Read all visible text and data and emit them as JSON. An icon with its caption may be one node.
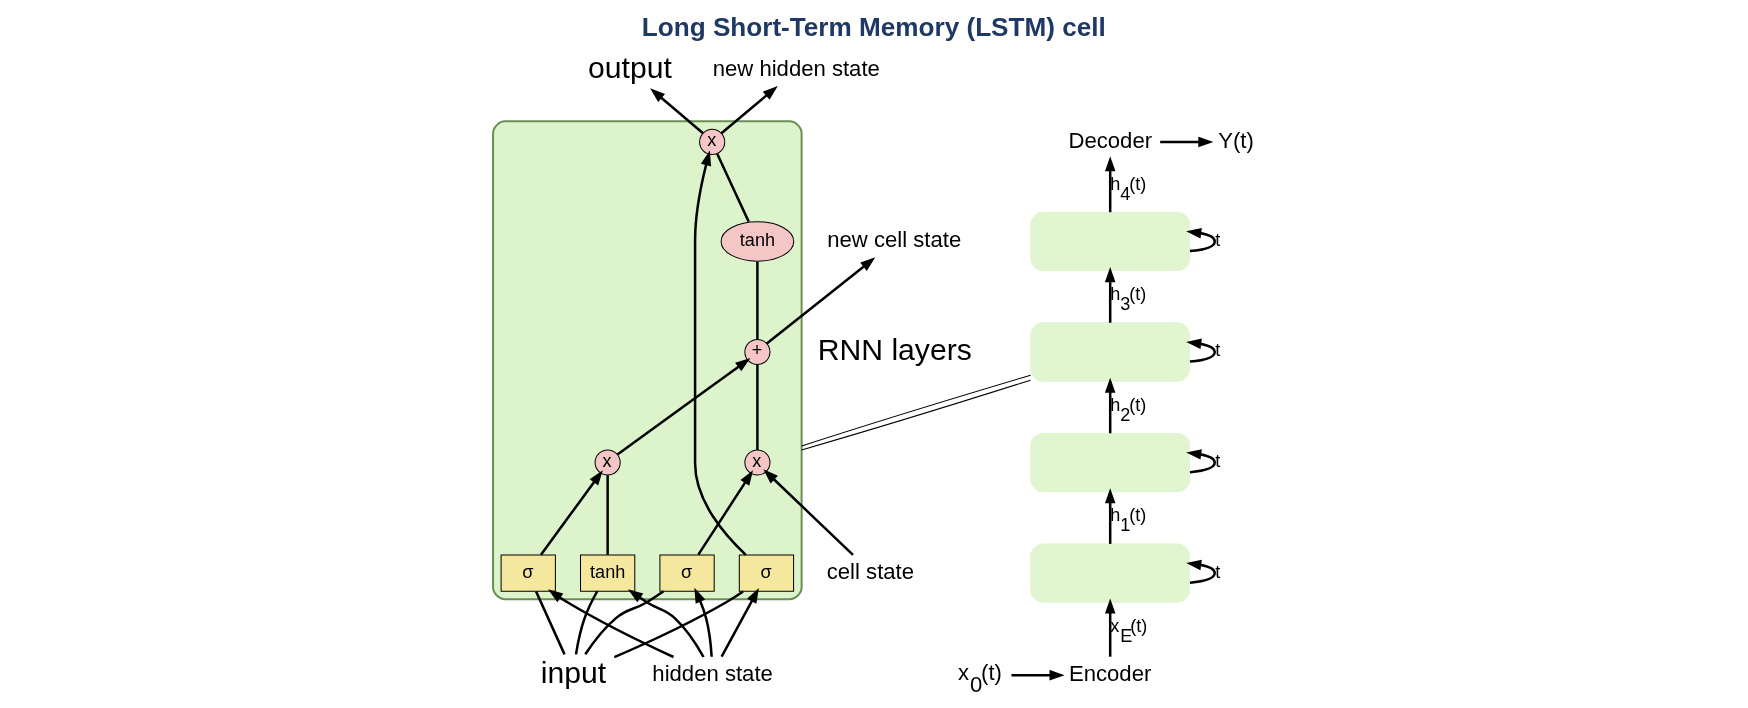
{
  "diagram": {
    "title": "Long Short-Term Memory (LSTM) cell",
    "nodes": [
      {
        "text": [
          "Decoder"
        ]
      },
      {
        "text": [
          "Y(t)"
        ]
      },
      {
        "text": [],
        "shape": "box"
      },
      {
        "text": [],
        "shape": "box"
      },
      {
        "text": [],
        "shape": "box"
      },
      {
        "text": [],
        "shape": "box"
      },
      {
        "text": [
          "x$_{0}$(t)"
        ]
      },
      {
        "text": [
          "Encoder"
        ]
      },
      {
        "text": [
          "output"
        ]
      },
      {
        "text": [
          "cell state"
        ]
      },
      {
        "text": [],
        "shape": "box"
      },
      {
        "text": [
          "x"
        ],
        "in": 10
      },
      {
        "text": [
          "+"
        ],
        "in": 10
      },
      {
        "text": [
          "tanh"
        ],
        "in": 10
      },
      {
        "text": [
          "x"
        ],
        "in": 10
      },
      {
        "text": [
          "x"
        ],
        "in": 10
      },
      {
        "text": [
          "σ"
        ],
        "in": 10
      },
      {
        "text": [
          "σ"
        ],
        "in": 10
      },
      {
        "text": [
          "tanh"
        ],
        "in": 10
      },
      {
        "text": [
          "σ"
        ],
        "in": 10
      },
      {
        "text": [
          "new cell state"
        ]
      },
      {
        "text": [
          "hidden state"
        ]
      },
      {
        "text": [
          "new hidden state"
        ]
      },
      {
        "text": [
          "input"
        ]
      }
    ],
    "edges": [
      {
        "from": 6,
        "to": 7,
        "arrow": "to"
      },
      {
        "from": 7,
        "to": 5,
        "arrow": "to",
        "label": "x$_{E}$(t)"
      },
      {
        "from": 5,
        "to": 4,
        "arrow": "to",
        "label": "h$_{1}$(t)"
      },
      {
        "from": 4,
        "to": 3,
        "arrow": "to",
        "label": "h$_{2}$(t)"
      },
      {
        "from": 3,
        "to": 2,
        "arrow": "to",
        "label": "h$_{3}$(t)"
      },
      {
        "from": 2,
        "to": 0,
        "arrow": "to",
        "label": "h$_{4}$(t)"
      },
      {
        "from": 0,
        "to": 1,
        "arrow": "to"
      },
      {
        "from": 2,
        "to": 2,
        "arrow": "to",
        "label": "t"
      },
      {
        "from": 3,
        "to": 3,
        "arrow": "to",
        "label": "t"
      },
      {
        "from": 4,
        "to": 4,
        "arrow": "to",
        "label": "t"
      },
      {
        "from": 5,
        "to": 5,
        "arrow": "to",
        "label": "t"
      },
      {
        "from": 3,
        "to": 10,
        "arrow": "none"
      },
      {
        "from": 3,
        "to": 10,
        "arrow": "none"
      },
      {
        "from": 9,
        "to": 11,
        "arrow": "to"
      },
      {
        "from": 11,
        "to": 12,
        "arrow": "none"
      },
      {
        "from": 12,
        "to": 20,
        "arrow": "to"
      },
      {
        "from": 12,
        "to": 13,
        "arrow": "none"
      },
      {
        "from": 13,
        "to": 15,
        "arrow": "none"
      },
      {
        "from": 16,
        "to": 11,
        "arrow": "to"
      },
      {
        "from": 17,
        "to": 14,
        "arrow": "to"
      },
      {
        "from": 18,
        "to": 14,
        "arrow": "none"
      },
      {
        "from": 14,
        "to": 12,
        "arrow": "to"
      },
      {
        "from": 19,
        "to": 15,
        "arrow": "to"
      },
      {
        "from": 15,
        "to": 22,
        "arrow": "to"
      },
      {
        "from": 15,
        "to": 8,
        "arrow": "to"
      },
      {
        "from": 21,
        "to": 16,
        "arrow": "to"
      },
      {
        "from": 21,
        "to": 17,
        "arrow": "to"
      },
      {
        "from": 21,
        "to": 18,
        "arrow": "to"
      },
      {
        "from": 21,
        "to": 19,
        "arrow": "to"
      },
      {
        "from": 23,
        "to": 16,
        "arrow": "none"
      },
      {
        "from": 23,
        "to": 17,
        "arrow": "none"
      },
      {
        "from": 23,
        "to": 18,
        "arrow": "none"
      },
      {
        "from": 23,
        "to": 19,
        "arrow": "none"
      }
    ],
    "labels": [
      "RNN layers"
    ]
  }
}
